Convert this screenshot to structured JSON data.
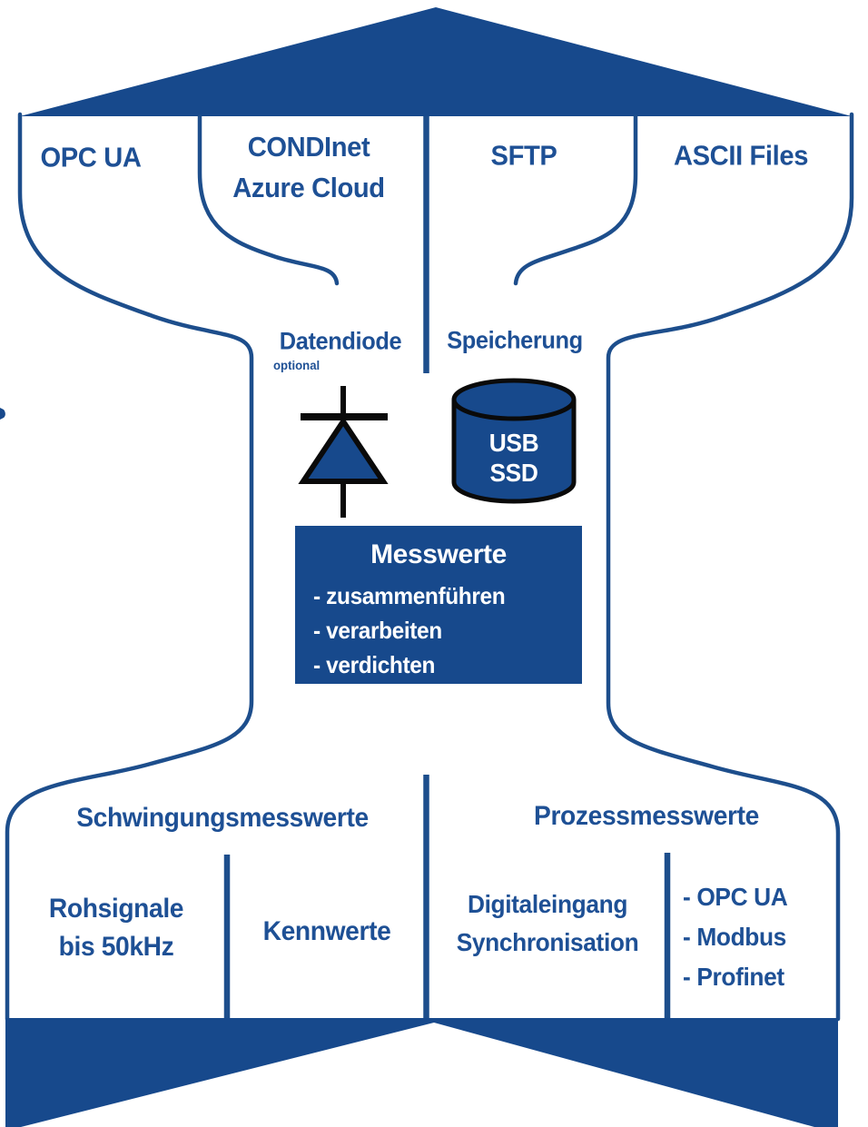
{
  "colors": {
    "primary": "#17498c",
    "stroke": "#1d4e8c",
    "text": "#1e5095",
    "white": "#ffffff",
    "black": "#0a0a0a"
  },
  "top_sources": {
    "opc_ua": "OPC UA",
    "condinet": [
      "CONDInet",
      "Azure Cloud"
    ],
    "sftp": "SFTP",
    "ascii_files": "ASCII Files"
  },
  "middle": {
    "datendiode_label": "Datendiode",
    "optional_note": "optional",
    "speicherung_label": "Speicherung",
    "storage_lines": [
      "USB",
      "SSD"
    ]
  },
  "messwerte": {
    "title": "Messwerte",
    "items": [
      "- zusammenführen",
      "- verarbeiten",
      "- verdichten"
    ]
  },
  "bottom": {
    "left_header": "Schwingungsmesswerte",
    "right_header": "Prozessmesswerte",
    "rohsignale": [
      "Rohsignale",
      "bis 50kHz"
    ],
    "kennwerte": "Kennwerte",
    "digitaleingang": [
      "Digitaleingang",
      "Synchronisation"
    ],
    "protocols": [
      "- OPC UA",
      "- Modbus",
      "- Profinet"
    ]
  }
}
